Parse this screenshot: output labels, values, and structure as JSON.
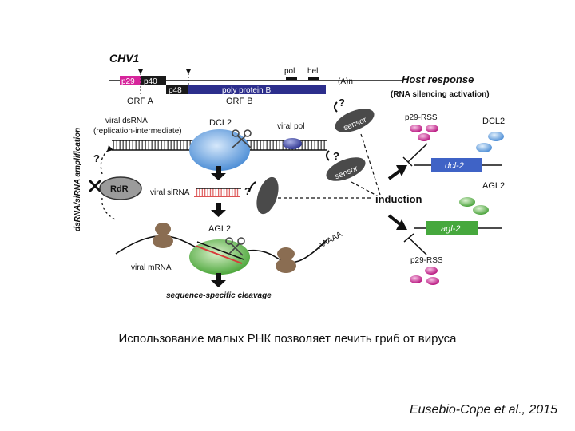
{
  "diagram": {
    "virus_name": "CHV1",
    "genome": {
      "p29": "p29",
      "p40": "p40",
      "p48": "p48",
      "poly_protein_b": "poly protein B",
      "poly_a": "(A)n",
      "pol": "pol",
      "hel": "hel",
      "orf_a": "ORF A",
      "orf_b": "ORF B"
    },
    "host_response": {
      "title": "Host response",
      "subtitle": "(RNA silencing activation)"
    },
    "side_label": "dsRNA/siRNA amplification",
    "viral_dsrna_line1": "viral dsRNA",
    "viral_dsrna_line2": "(replication-intermediate)",
    "dcl2_label": "DCL2",
    "viral_pol_label": "viral pol",
    "sensor_label": "sensor",
    "question_mark": "?",
    "rdr_label": "RdR",
    "viral_sirna_label": "viral siRNA",
    "agl2_label": "AGL2",
    "aaaaa_label": "AAAAA",
    "viral_mrna_label": "viral mRNA",
    "cleavage_label": "sequence-specific cleavage",
    "induction_label": "induction",
    "p29_rss_label": "p29-RSS",
    "dcl2_gene_label": "dcl-2",
    "agl2_gene_label": "agl-2",
    "dcl2_protein_label": "DCL2",
    "agl2_protein_label": "AGL2"
  },
  "caption": "Использование малых РНК позволяет лечить гриб от вируса",
  "citation": "Eusebio-Cope et al., 2015",
  "colors": {
    "magenta": "#d6249b",
    "navy": "#2c2e8c",
    "black_box": "#1a1a1a",
    "dcl_blue": "#5f9bd8",
    "agl_green": "#5fb54a",
    "gene_blue": "#3f63c6",
    "gene_green": "#46a83d",
    "sirna_red": "#d83a3a",
    "sensor_gray": "#4a4a4a",
    "mushroom_brown": "#8a6d52"
  }
}
